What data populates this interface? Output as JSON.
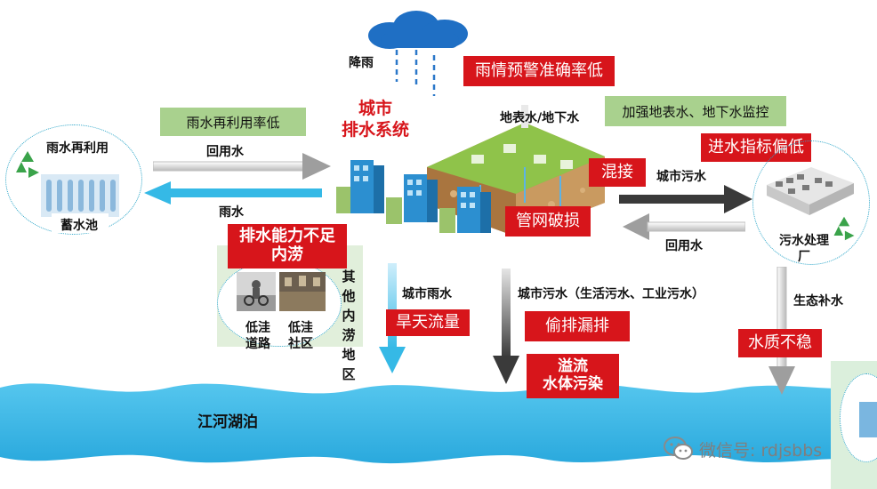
{
  "labels": {
    "rain": "降雨",
    "city_drainage_line1": "城市",
    "city_drainage_line2": "排水系统",
    "surface_ground_water": "地表水/地下水",
    "rainwater_reuse": "雨水再利用",
    "storage_pond": "蓄水池",
    "reclaimed_water_top": "回用水",
    "rainwater_flow": "雨水",
    "city_sewage_right": "城市污水",
    "reclaimed_water_right": "回用水",
    "wwtp_line1": "污水处理",
    "wwtp_line2": "厂",
    "eco_replenish": "生态补水",
    "city_rainwater_down": "城市雨水",
    "city_sewage_down": "城市污水（生活污水、工业污水）",
    "low_road_line1": "低洼",
    "low_road_line2": "道路",
    "low_community_line1": "低洼",
    "low_community_line2": "社区",
    "other_flood_area": "其他内涝地区",
    "rivers_lakes": "江河湖泊",
    "watermark": "微信号: rdjsbbs"
  },
  "red_issues": {
    "rain_forecast": "雨情预警准确率低",
    "inflow_index": "进水指标偏低",
    "cross_connection": "混接",
    "pipe_damage": "管网破损",
    "drainage_capacity_line1": "排水能力不足",
    "drainage_capacity_line2": "内涝",
    "dry_weather_flow": "旱天流量",
    "illegal_discharge": "偷排漏排",
    "overflow_line1": "溢流",
    "overflow_line2": "水体污染",
    "water_quality": "水质不稳"
  },
  "green_measures": {
    "low_reuse_rate": "雨水再利用率低",
    "monitoring": "加强地表水、地下水监控"
  },
  "colors": {
    "issue_red": "#d7151b",
    "measure_green": "#a9d18e",
    "water_blue": "#35b9e6",
    "arrow_gray": "#9e9e9e",
    "arrow_dark": "#3a3a3a"
  },
  "icons": [
    "cloud-icon",
    "recycle-icon",
    "city-block-icon",
    "building-icon",
    "treatment-plant-icon",
    "photo-low-road",
    "photo-low-community",
    "wechat-icon"
  ]
}
